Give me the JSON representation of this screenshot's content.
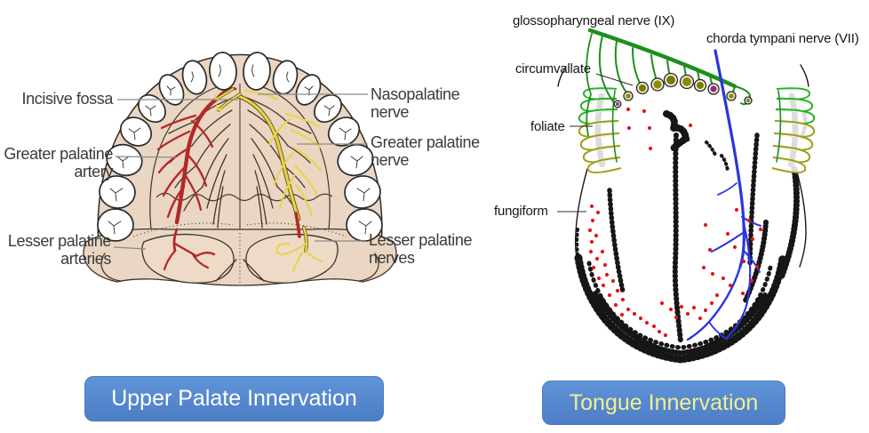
{
  "left_figure": {
    "caption": "Upper Palate Innervation",
    "labels": {
      "incisive_fossa": "Incisive fossa",
      "greater_palatine_artery": [
        "Greater palatine",
        "artery"
      ],
      "lesser_palatine_arteries": [
        "Lesser palatine",
        "arteries"
      ],
      "nasopalatine_nerve": [
        "Nasopalatine",
        "nerve"
      ],
      "greater_palatine_nerve": [
        "Greater palatine",
        "nerve"
      ],
      "lesser_palatine_nerves": [
        "Lesser palatine",
        "nerves"
      ]
    }
  },
  "right_figure": {
    "caption": "Tongue Innervation",
    "labels": {
      "glossopharyngeal": "glossopharyngeal nerve (IX)",
      "chorda_tympani": "chorda tympani nerve (VII)",
      "circumvallate": "circumvallate",
      "foliate": "foliate",
      "fungiform": "fungiform"
    }
  },
  "colors": {
    "caption_bg": "#5589D1",
    "caption_text_left": "#FFFFFF",
    "caption_text_right": "#F2EF8E",
    "artery_red": "#B42828",
    "nerve_yellow": "#E8D44C",
    "glossopharyngeal_green": "#1D8F1D",
    "chorda_blue": "#2A35E0",
    "fungiform_red": "#E81515",
    "palate_skin": "#EAD6C2"
  }
}
